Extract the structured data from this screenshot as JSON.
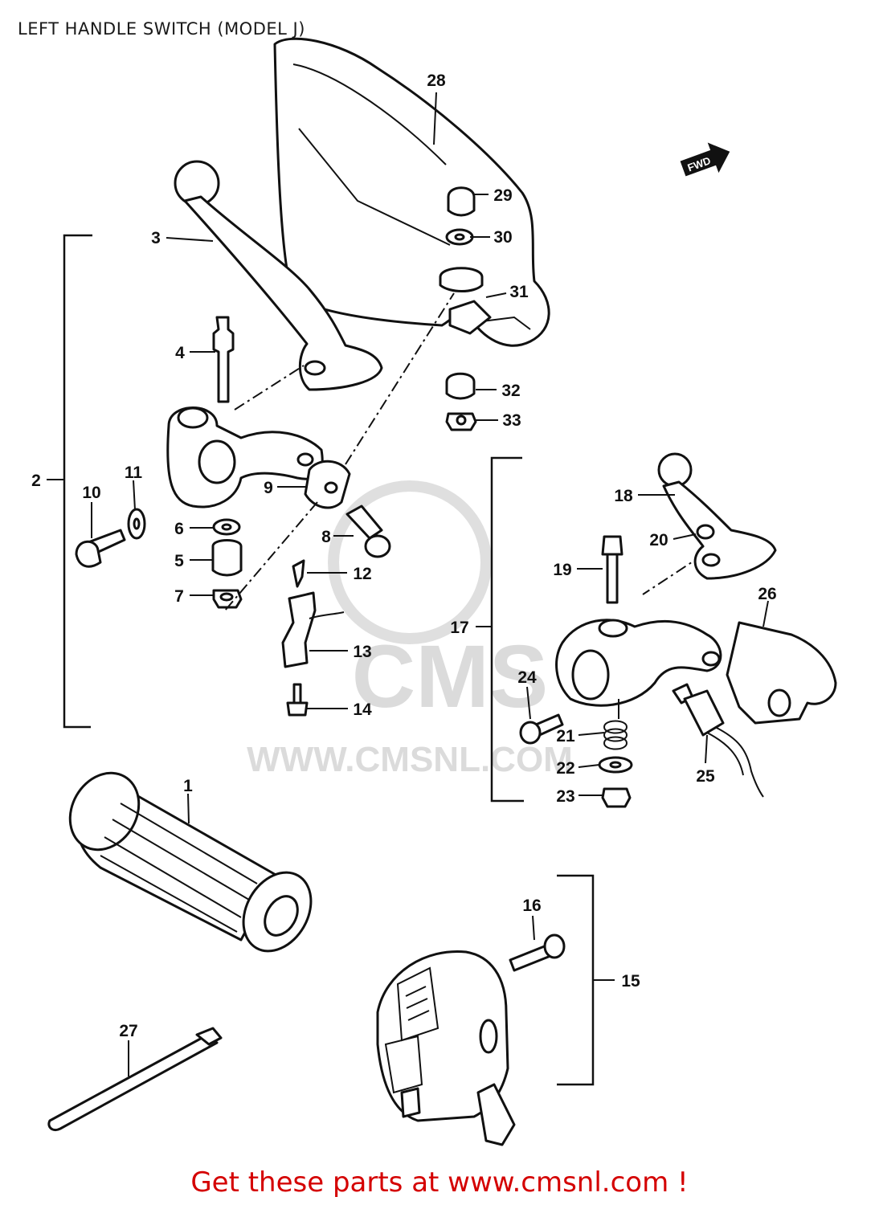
{
  "title": "LEFT HANDLE SWITCH (MODEL J)",
  "footer": "Get these parts at www.cmsnl.com !",
  "watermark": {
    "logo": "CMS",
    "url": "WWW.CMSNL.COM"
  },
  "fwd_label": "FWD",
  "colors": {
    "footer_text": "#d40000",
    "lines": "#111111",
    "watermark": "#d8d8d8"
  },
  "callouts": [
    "1",
    "2",
    "3",
    "4",
    "5",
    "6",
    "7",
    "8",
    "9",
    "10",
    "11",
    "12",
    "13",
    "14",
    "15",
    "16",
    "17",
    "18",
    "19",
    "20",
    "21",
    "22",
    "23",
    "24",
    "25",
    "26",
    "27",
    "28",
    "29",
    "30",
    "31",
    "32",
    "33"
  ]
}
